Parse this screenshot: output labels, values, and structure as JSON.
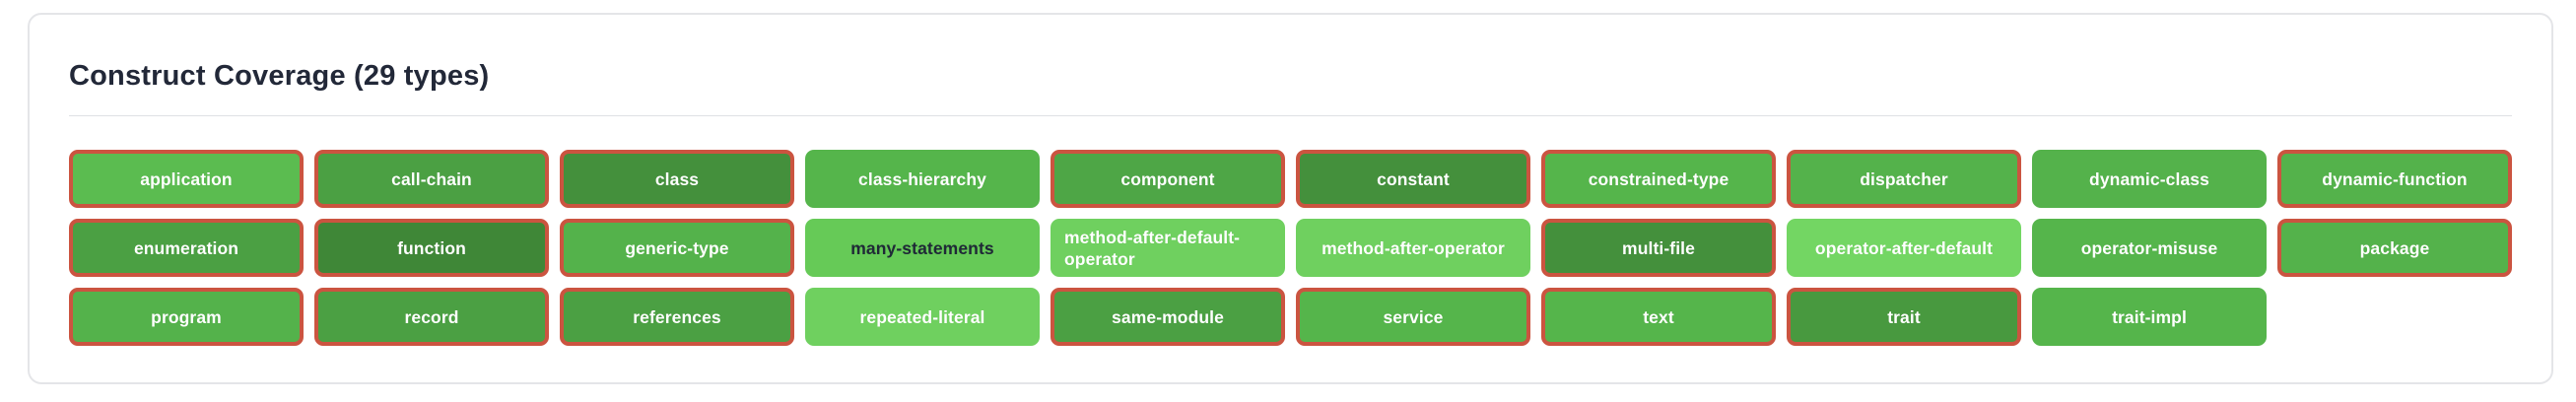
{
  "card": {
    "title": "Construct Coverage (29 types)"
  },
  "colors": {
    "flag_border": "#cb5440",
    "default_text": "#ffffff",
    "title_text": "#222838",
    "card_border": "#e4e5e8",
    "divider": "#dfe1e4"
  },
  "badges": [
    {
      "label": "application",
      "background": "#5bbc50",
      "text_color": "#ffffff",
      "flagged": true
    },
    {
      "label": "call-chain",
      "background": "#4ba043",
      "text_color": "#ffffff",
      "flagged": true
    },
    {
      "label": "class",
      "background": "#44903c",
      "text_color": "#ffffff",
      "flagged": true
    },
    {
      "label": "class-hierarchy",
      "background": "#55b54b",
      "text_color": "#ffffff",
      "flagged": false
    },
    {
      "label": "component",
      "background": "#4ea646",
      "text_color": "#ffffff",
      "flagged": true
    },
    {
      "label": "constant",
      "background": "#44903c",
      "text_color": "#ffffff",
      "flagged": true
    },
    {
      "label": "constrained-type",
      "background": "#55b54b",
      "text_color": "#ffffff",
      "flagged": true
    },
    {
      "label": "dispatcher",
      "background": "#54b24b",
      "text_color": "#ffffff",
      "flagged": true
    },
    {
      "label": "dynamic-class",
      "background": "#54b24b",
      "text_color": "#ffffff",
      "flagged": false
    },
    {
      "label": "dynamic-function",
      "background": "#54b24b",
      "text_color": "#ffffff",
      "flagged": true
    },
    {
      "label": "enumeration",
      "background": "#4ba043",
      "text_color": "#ffffff",
      "flagged": true
    },
    {
      "label": "function",
      "background": "#3f8737",
      "text_color": "#ffffff",
      "flagged": true
    },
    {
      "label": "generic-type",
      "background": "#54b24b",
      "text_color": "#ffffff",
      "flagged": true
    },
    {
      "label": "many-statements",
      "background": "#66ca57",
      "text_color": "#1f2937",
      "flagged": false
    },
    {
      "label": "method-after-default-operator",
      "background": "#6fd05f",
      "text_color": "#ffffff",
      "flagged": false
    },
    {
      "label": "method-after-operator",
      "background": "#6fd05f",
      "text_color": "#ffffff",
      "flagged": false
    },
    {
      "label": "multi-file",
      "background": "#44903c",
      "text_color": "#ffffff",
      "flagged": true
    },
    {
      "label": "operator-after-default",
      "background": "#73d663",
      "text_color": "#ffffff",
      "flagged": false
    },
    {
      "label": "operator-misuse",
      "background": "#55b54b",
      "text_color": "#ffffff",
      "flagged": false
    },
    {
      "label": "package",
      "background": "#54b24b",
      "text_color": "#ffffff",
      "flagged": true
    },
    {
      "label": "program",
      "background": "#54b24b",
      "text_color": "#ffffff",
      "flagged": true
    },
    {
      "label": "record",
      "background": "#4ba043",
      "text_color": "#ffffff",
      "flagged": true
    },
    {
      "label": "references",
      "background": "#4ba043",
      "text_color": "#ffffff",
      "flagged": true
    },
    {
      "label": "repeated-literal",
      "background": "#6fd05f",
      "text_color": "#ffffff",
      "flagged": false
    },
    {
      "label": "same-module",
      "background": "#4ba043",
      "text_color": "#ffffff",
      "flagged": true
    },
    {
      "label": "service",
      "background": "#55b54b",
      "text_color": "#ffffff",
      "flagged": true
    },
    {
      "label": "text",
      "background": "#55b54b",
      "text_color": "#ffffff",
      "flagged": true
    },
    {
      "label": "trait",
      "background": "#48993f",
      "text_color": "#ffffff",
      "flagged": true
    },
    {
      "label": "trait-impl",
      "background": "#55b54b",
      "text_color": "#ffffff",
      "flagged": false
    }
  ]
}
